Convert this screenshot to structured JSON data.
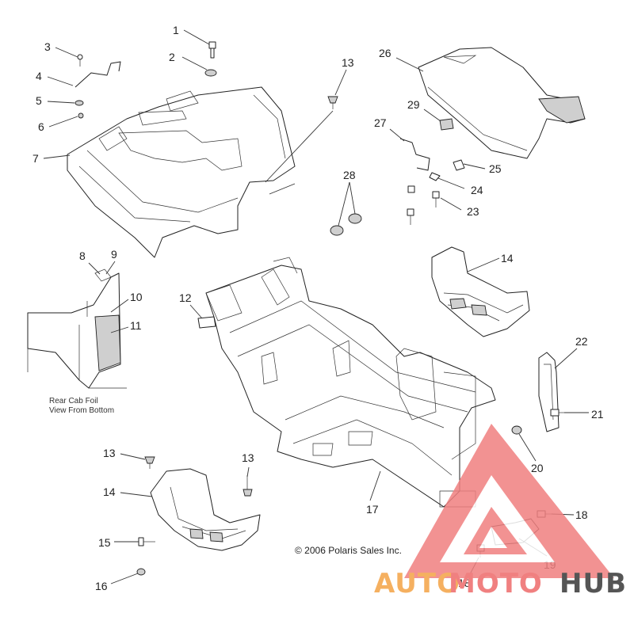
{
  "callouts": [
    {
      "num": "1"
    },
    {
      "num": "2"
    },
    {
      "num": "3"
    },
    {
      "num": "4"
    },
    {
      "num": "5"
    },
    {
      "num": "6"
    },
    {
      "num": "7"
    },
    {
      "num": "8"
    },
    {
      "num": "9"
    },
    {
      "num": "10"
    },
    {
      "num": "11"
    },
    {
      "num": "12"
    },
    {
      "num": "13"
    },
    {
      "num": "14"
    },
    {
      "num": "26"
    },
    {
      "num": "27"
    },
    {
      "num": "28"
    },
    {
      "num": "29"
    },
    {
      "num": "25"
    },
    {
      "num": "24"
    },
    {
      "num": "23"
    },
    {
      "num": "22"
    },
    {
      "num": "21"
    },
    {
      "num": "20"
    },
    {
      "num": "18"
    },
    {
      "num": "19"
    },
    {
      "num": "18"
    },
    {
      "num": "17"
    },
    {
      "num": "13"
    },
    {
      "num": "13"
    },
    {
      "num": "14"
    },
    {
      "num": "15"
    },
    {
      "num": "16"
    }
  ],
  "inset_note": {
    "line1": "Rear Cab Foil",
    "line2": "View From Bottom"
  },
  "copyright": "© 2006 Polaris Sales Inc.",
  "watermark": {
    "part1": "AUTO",
    "part2": "MOTO",
    "part3": "HUB",
    "color_primary": "#f08080",
    "color_secondary": "#f5b060",
    "color_dark": "#555555"
  }
}
